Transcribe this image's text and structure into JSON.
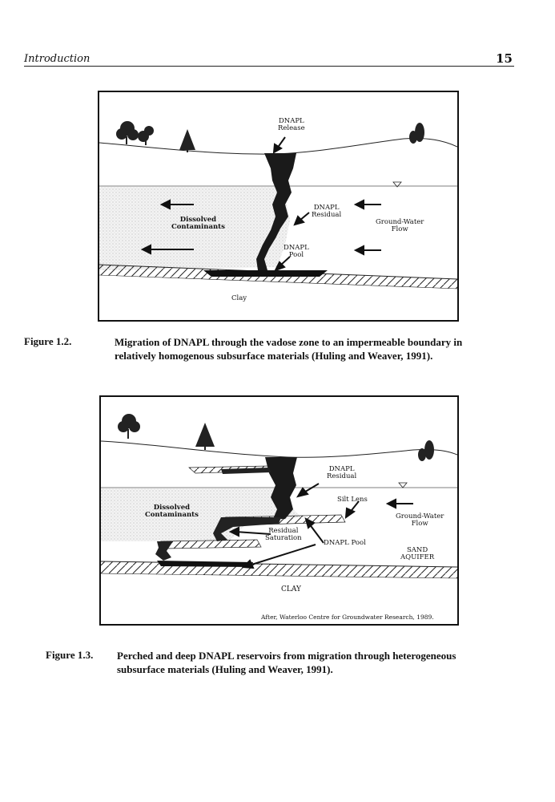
{
  "header": {
    "section": "Introduction",
    "page_number": "15"
  },
  "figure1": {
    "labels": {
      "release": "DNAPL\nRelease",
      "residual": "DNAPL\nResidual",
      "dissolved": "Dissolved\nContaminants",
      "groundwater": "Ground-Water\nFlow",
      "pool": "DNAPL\nPool",
      "clay": "Clay"
    },
    "caption_label": "Figure 1.2.",
    "caption_text": "Migration of DNAPL through the vadose zone to an impermeable boundary in relatively homogenous subsurface materials (Huling and Weaver, 1991)."
  },
  "figure2": {
    "labels": {
      "residual": "DNAPL\nResidual",
      "silt_lens": "Silt Lens",
      "dissolved": "Dissolved\nContaminants",
      "groundwater": "Ground-Water\nFlow",
      "residual_saturation": "Residual\nSaturation",
      "pool": "DNAPL Pool",
      "sand": "SAND\nAQUIFER",
      "clay": "CLAY",
      "credit": "After, Waterloo Centre for Groundwater Research, 1989."
    },
    "caption_label": "Figure 1.3.",
    "caption_text": "Perched and deep DNAPL reservoirs from migration through heterogeneous subsurface materials (Huling and Weaver, 1991)."
  }
}
